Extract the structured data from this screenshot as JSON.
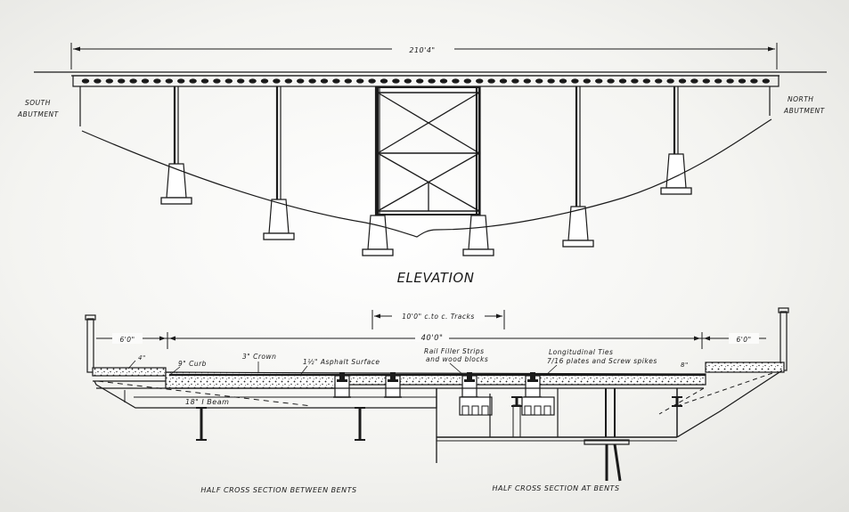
{
  "elevation": {
    "title": "ELEVATION",
    "span_dimension": "210'4\"",
    "south_abutment": [
      "SOUTH",
      "ABUTMENT"
    ],
    "north_abutment": [
      "NORTH",
      "ABUTMENT"
    ]
  },
  "cross_section": {
    "track_spacing": "10'0\" c.to c. Tracks",
    "roadway_width": "40'0\"",
    "left_walk": "6'0\"",
    "right_walk": "6'0\"",
    "curb_left_dim": "4\"",
    "curb": "9\" Curb",
    "crown": "3\" Crown",
    "asphalt": "1½\" Asphalt Surface",
    "rail_filler": [
      "Rail Filler Strips",
      "and wood blocks"
    ],
    "ties": [
      "Longitudinal Ties",
      "7/16 plates and Screw spikes"
    ],
    "curb_right_dim": "8\"",
    "beam": "18\" I Beam",
    "caption_left": "HALF CROSS SECTION BETWEEN BENTS",
    "caption_right": "HALF CROSS SECTION AT BENTS"
  }
}
